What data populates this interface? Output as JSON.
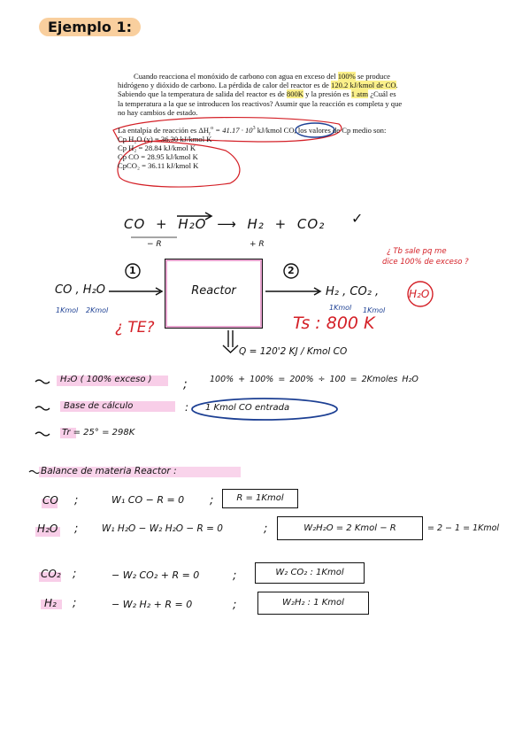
{
  "title": "Ejemplo 1:",
  "problem": {
    "line1_pre": "Cuando reacciona el monóxido de carbono con agua en exceso del ",
    "line1_hl": "100%",
    "line1_post": " se produce",
    "line2_pre": "hidrógeno y dióxido de carbono. La pérdida de calor del reactor es de ",
    "line2_hl": "120.2 kJ/kmol de CO",
    "line2_post": ".",
    "line3_pre": "Sabiendo que la temperatura de salida del reactor es de ",
    "line3_hl1": "800K",
    "line3_mid": " y la presión es ",
    "line3_hl2": "1 atm",
    "line3_post": " ¿Cuál es",
    "line4": "la temperatura a la que se introducen los reactivos? Asumir que la reacción es completa y que",
    "line5": "no hay cambios de estado.",
    "enthalpy_pre": "La entalpía de reacción es",
    "enthalpy_symbol": "ΔH",
    "enthalpy_sub": "r",
    "enthalpy_sup": "o",
    "enthalpy_value": " = 41.17 · 10",
    "enthalpy_exp": "3",
    "enthalpy_unit": " kJ/kmol CO,",
    "enthalpy_post": " los valores de Cp medio son:"
  },
  "cp_values": [
    "Cp H₂O (v) = 36.30 kJ/kmol K",
    "Cp H₂ = 28.84 kJ/kmol K",
    "Cp CO = 28.95 kJ/kmol K",
    "CpCO₂ = 36.11 kJ/kmol K"
  ],
  "handwriting": {
    "checkmark": "✓",
    "reaction": "CO + H₂O ⟶ H₂ + CO₂",
    "reaction_minus_r": "− R",
    "reaction_plus_r": "+ R",
    "red_question_1": "¿ Tb sale pq me",
    "red_question_2": "dice 100% de exceso ?",
    "stream1_number": "1",
    "stream2_number": "2",
    "inlet_species": "CO , H₂O",
    "inlet_kmol_1": "1Kmol",
    "inlet_kmol_2": "2Kmol",
    "reactor_label": "Reactor",
    "outlet_species": "H₂ , CO₂ ,",
    "outlet_h2o": "H₂O",
    "outlet_kmol_1": "1Kmol",
    "outlet_kmol_2": "1Kmol",
    "te_label": "¿ TE?",
    "ts_label": "Ts : 800 K",
    "heat_loss": "Q = 120'2 KJ / Kmol CO",
    "excess_label": "H₂O ( 100% exceso )",
    "excess_calc": "100% + 100% = 200%  ÷ 100 = 2Kmoles   H₂O",
    "basis_label": "Base de cálculo",
    "basis_value": "1 Kmol CO entrada",
    "tr_label": "Tr = 25° = 298K",
    "balance_title": "Balance de materia Reactor :",
    "balances": [
      {
        "species": "CO",
        "equation": "W₁ CO − R = 0",
        "result": "R = 1Kmol",
        "extra": ""
      },
      {
        "species": "H₂O",
        "equation": "W₁ H₂O − W₂ H₂O − R = 0",
        "result": "W₂H₂O = 2 Kmol − R",
        "extra": "= 2 − 1 = 1Kmol"
      },
      {
        "species": "CO₂",
        "equation": "− W₂ CO₂ + R = 0",
        "result": "W₂ CO₂ : 1Kmol",
        "extra": ""
      },
      {
        "species": "H₂",
        "equation": "− W₂ H₂ + R = 0",
        "result": "W₂H₂ : 1 Kmol",
        "extra": ""
      }
    ]
  },
  "colors": {
    "title_highlight": "#f9cf9e",
    "text_highlight": "#fbf08a",
    "red_ink": "#d42027",
    "blue_ink": "#1c3f93",
    "pink_marker": "#f6bde0"
  }
}
